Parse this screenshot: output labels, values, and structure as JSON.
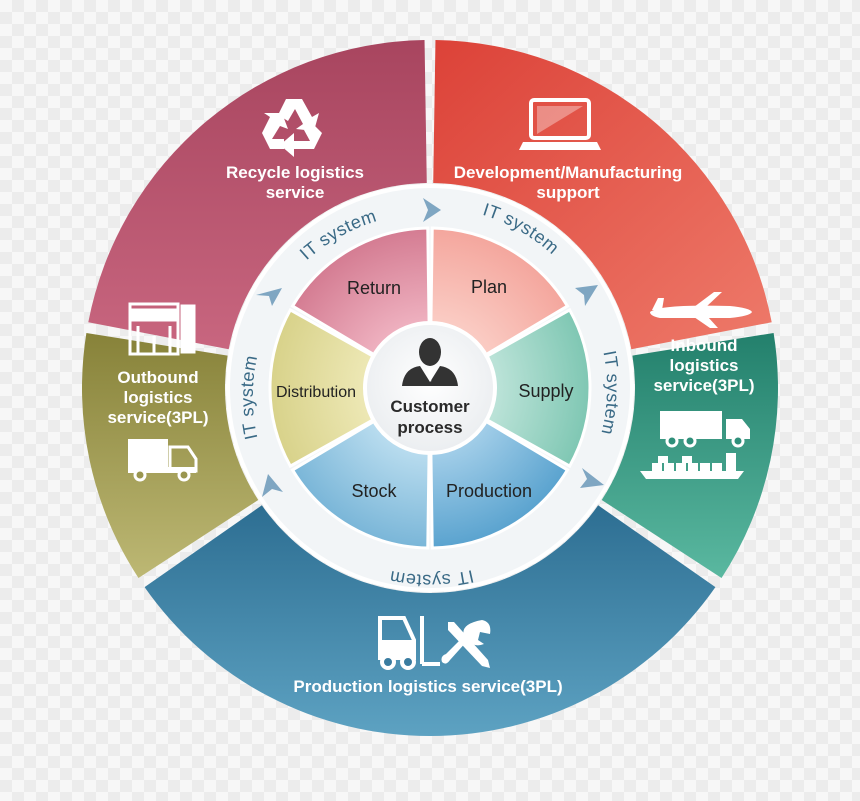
{
  "outer_segments": [
    {
      "id": "recycle",
      "lines": [
        "Recycle logistics",
        "service"
      ]
    },
    {
      "id": "development",
      "lines": [
        "Development/Manufacturing",
        "support"
      ]
    },
    {
      "id": "inbound",
      "lines": [
        "Inbound",
        "logistics",
        "service(3PL)"
      ]
    },
    {
      "id": "production",
      "lines": [
        "Production logistics service(3PL)"
      ]
    },
    {
      "id": "outbound",
      "lines": [
        "Outbound",
        "logistics",
        "service(3PL)"
      ]
    }
  ],
  "inner_segments": {
    "return": "Return",
    "plan": "Plan",
    "supply": "Supply",
    "production": "Production",
    "stock": "Stock",
    "distribution": "Distribution"
  },
  "center": {
    "line1": "Customer",
    "line2": "process"
  },
  "it_system": "IT system",
  "colors": {
    "recycle": "#b84f6a",
    "development": "#e2544a",
    "inbound": "#2f8f7a",
    "production": "#3a7ca0",
    "outbound": "#9a9650",
    "ring": "#f3f6f8",
    "arrow": "#7fa6c2"
  },
  "icons": {
    "recycle": "recycle-icon",
    "development": "laptop-icon",
    "inbound": [
      "airplane-icon",
      "truck-icon",
      "cargo-ship-icon"
    ],
    "production": [
      "forklift-icon",
      "wrench-screwdriver-icon"
    ],
    "outbound": [
      "warehouse-icon",
      "delivery-truck-icon"
    ],
    "center": "person-icon"
  }
}
